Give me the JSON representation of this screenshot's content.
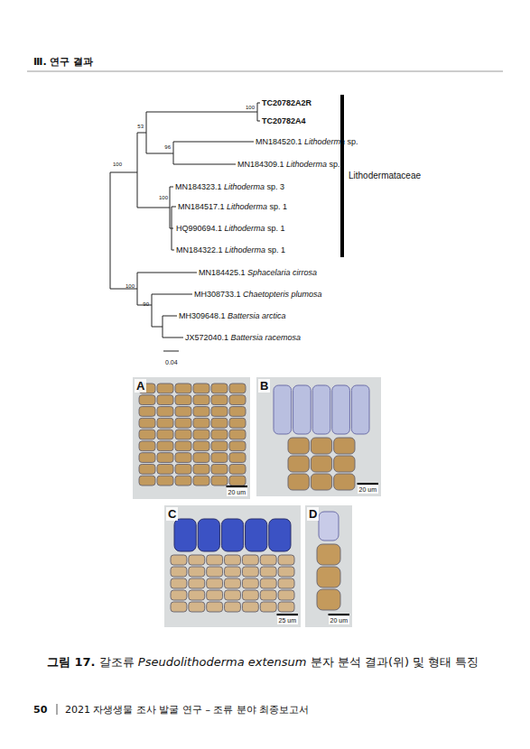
{
  "diagram": {
    "caption": "그림 17. 갈조류 Pseudolithoderma extensum 분자 분석 결과(위) 및 형태 특징",
    "nodes": [
      {
        "text": [
          "A",
          "20 um"
        ]
      },
      {
        "text": [
          "B",
          "20 um"
        ]
      },
      {
        "text": [
          "C",
          "25 um"
        ]
      },
      {
        "text": [
          "D",
          "20 um"
        ]
      }
    ],
    "labels": [
      "Ⅲ. 연구 결과",
      "TC20782A2R",
      "TC20782A4",
      "100",
      "53",
      "MN184520.1 Lithoderma sp.",
      "96",
      "100",
      "MN184309.1 Lithoderma sp.",
      "MN184323.1 Lithoderma sp. 3",
      "100",
      "MN184517.1 Lithoderma sp. 1",
      "HQ990694.1 Lithoderma sp. 1",
      "MN184322.1 Lithoderma sp. 1",
      "Lithodermataceae",
      "MN184425.1 Sphacelaria cirrosa",
      "100",
      "MH308733.1 Chaetopteris plumosa",
      "90",
      "MH309648.1 Battersia arctica",
      "JX572040.1 Battersia racemosa",
      "0.04",
      "50",
      "2021 자생생물 조사 발굴 연구 – 조류 분야 최종보고서"
    ]
  }
}
